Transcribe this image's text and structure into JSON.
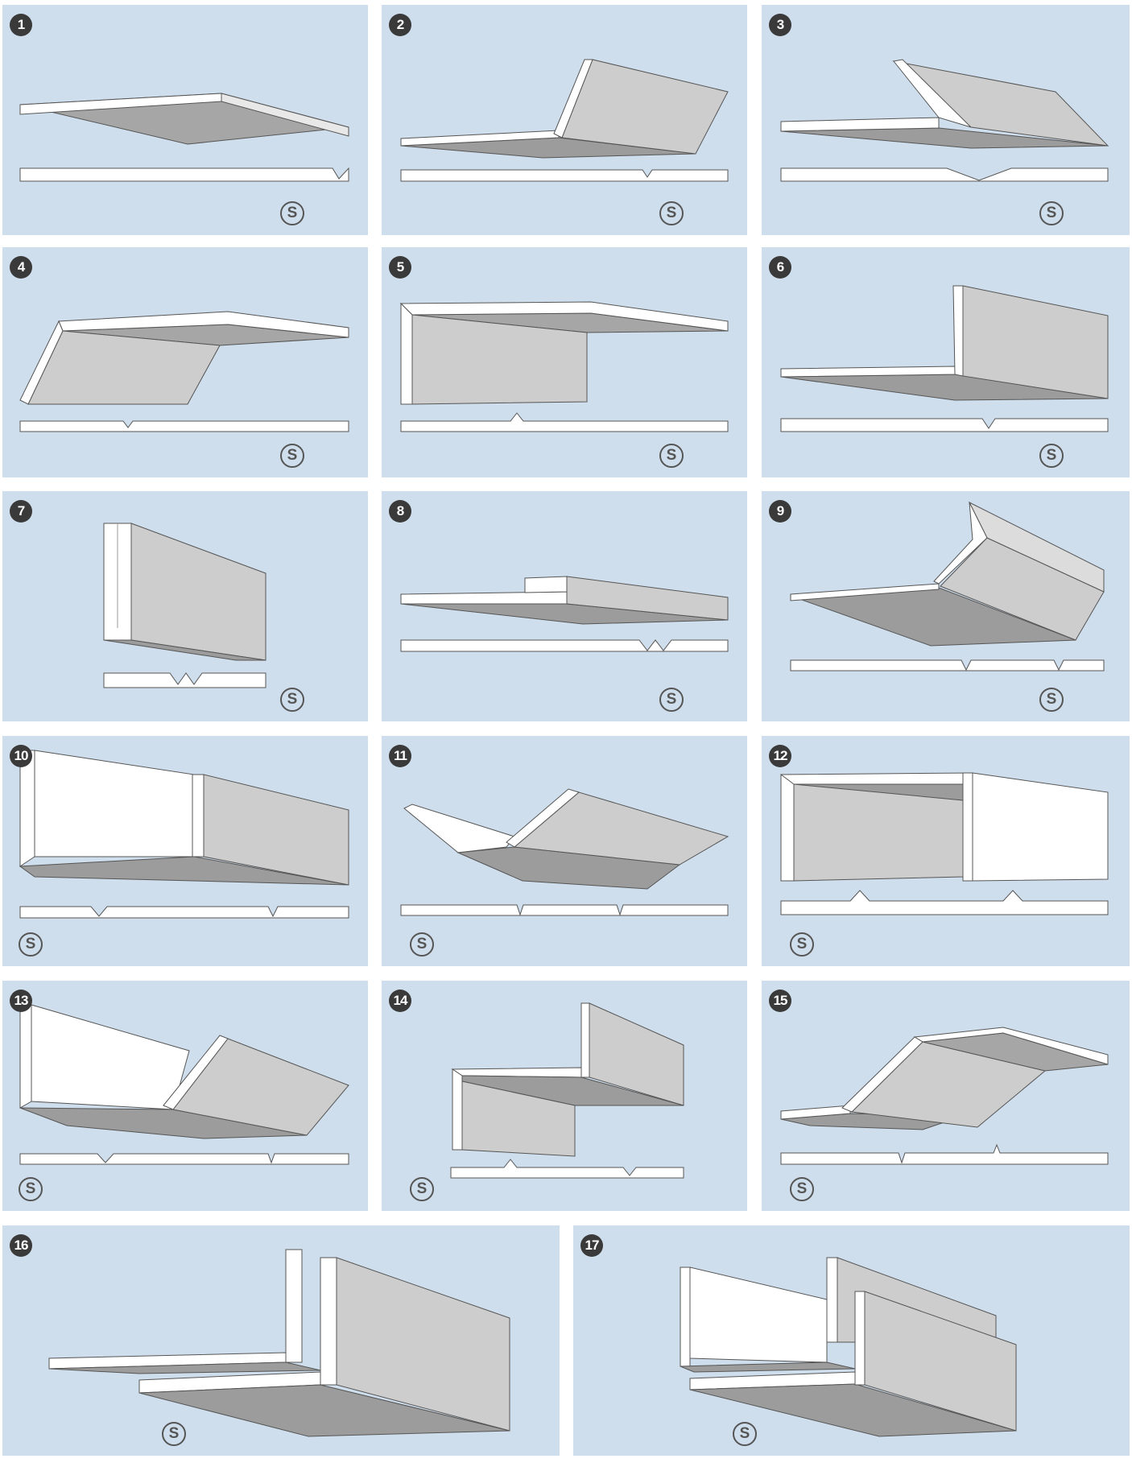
{
  "panels": [
    {
      "number": "1",
      "symbol": "S"
    },
    {
      "number": "2",
      "symbol": "S"
    },
    {
      "number": "3",
      "symbol": "S"
    },
    {
      "number": "4",
      "symbol": "S"
    },
    {
      "number": "5",
      "symbol": "S"
    },
    {
      "number": "6",
      "symbol": "S"
    },
    {
      "number": "7",
      "symbol": "S"
    },
    {
      "number": "8",
      "symbol": "S"
    },
    {
      "number": "9",
      "symbol": "S"
    },
    {
      "number": "10",
      "symbol": "S"
    },
    {
      "number": "11",
      "symbol": "S"
    },
    {
      "number": "12",
      "symbol": "S"
    },
    {
      "number": "13",
      "symbol": "S"
    },
    {
      "number": "14",
      "symbol": "S"
    },
    {
      "number": "15",
      "symbol": "S"
    },
    {
      "number": "16",
      "symbol": "S"
    },
    {
      "number": "17",
      "symbol": "S"
    }
  ],
  "colors": {
    "panel_background": "#cfdeec",
    "badge": "#3a3a3a",
    "face_light": "#ffffff",
    "face_shaded": "#c8c8c8",
    "face_dark": "#9c9c9c",
    "outline": "#444444"
  }
}
